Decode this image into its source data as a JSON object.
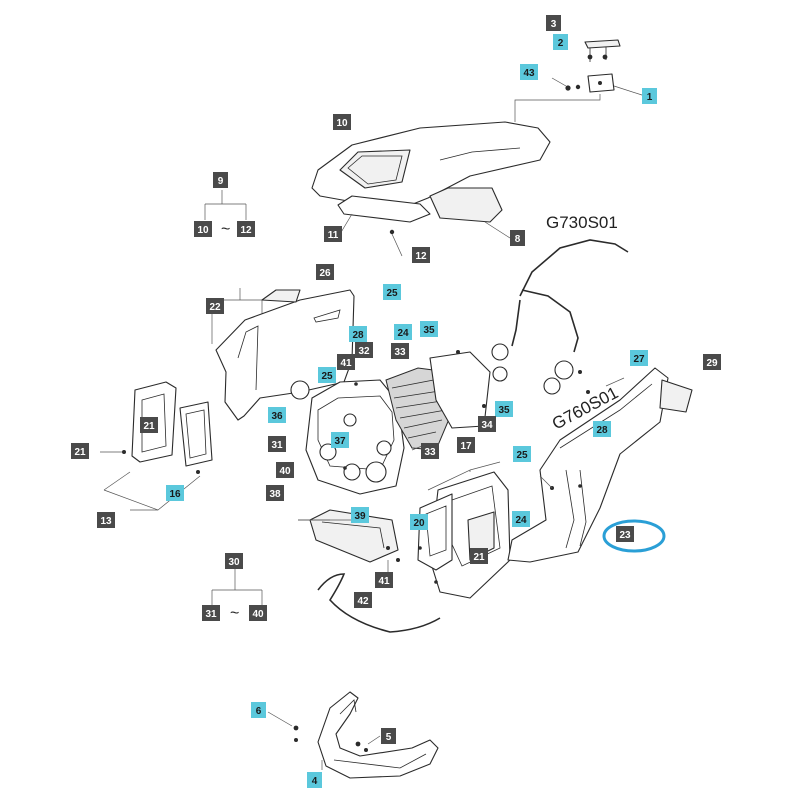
{
  "colors": {
    "dark_label_bg": "#4a4a4a",
    "dark_label_text": "#ffffff",
    "cyan_label_bg": "#5bc8dc",
    "cyan_label_text": "#1a1a1a",
    "highlight_ring": "#2a9fd6"
  },
  "codes": {
    "g730": "G730S01",
    "g760": "G760S01"
  },
  "tilde": "~",
  "highlight_part": "23",
  "labels": {
    "l3": "3",
    "l2": "2",
    "l43": "43",
    "l1": "1",
    "l10": "10",
    "l9": "9",
    "l10b": "10",
    "l12b": "12",
    "l11": "11",
    "l12": "12",
    "l8": "8",
    "l26": "26",
    "l25a": "25",
    "l22": "22",
    "l28a": "28",
    "l24a": "24",
    "l35a": "35",
    "l32": "32",
    "l33a": "33",
    "l41a": "41",
    "l25b": "25",
    "l36": "36",
    "l35b": "35",
    "l37": "37",
    "l34": "34",
    "l31": "31",
    "l33b": "33",
    "l17": "17",
    "l40": "40",
    "l21a": "21",
    "l21b": "21",
    "l16": "16",
    "l13": "13",
    "l38": "38",
    "l39": "39",
    "l25c": "25",
    "l20": "20",
    "l24b": "24",
    "l21c": "21",
    "l27": "27",
    "l29": "29",
    "l28b": "28",
    "l23": "23",
    "l30": "30",
    "l31b": "31",
    "l40b": "40",
    "l41b": "41",
    "l42": "42",
    "l6": "6",
    "l5": "5",
    "l4": "4"
  }
}
